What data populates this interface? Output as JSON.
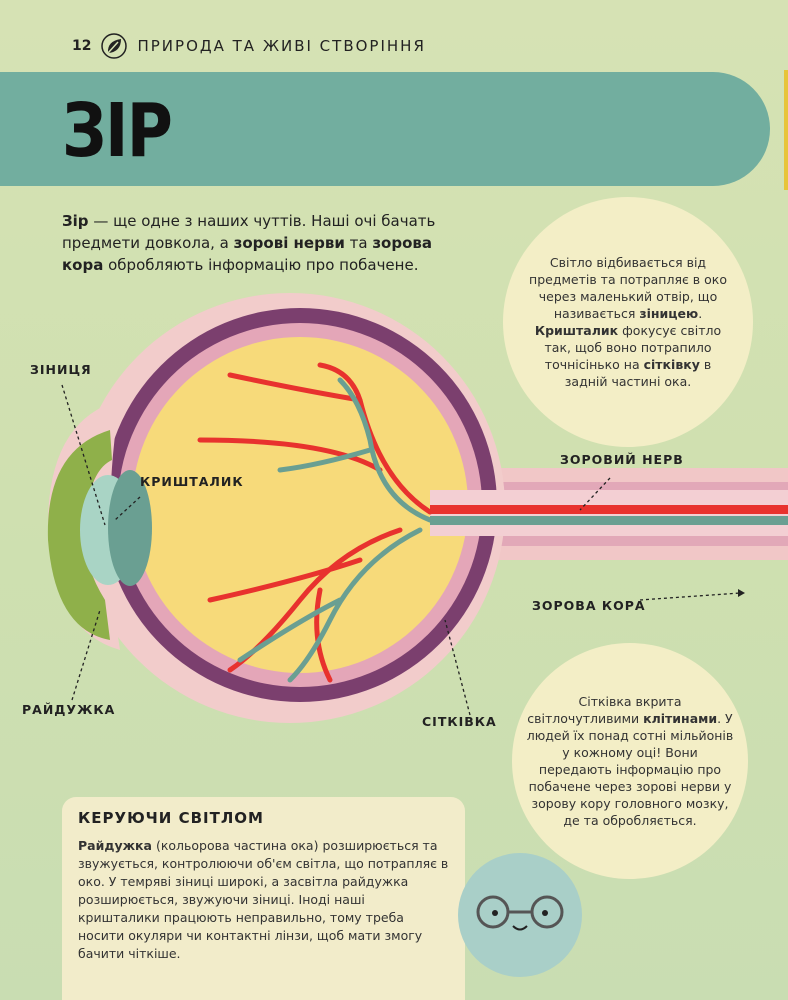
{
  "header": {
    "page_number": "12",
    "section": "ПРИРОДА ТА ЖИВІ СТВОРІННЯ",
    "icon": "leaf-icon"
  },
  "title": "ЗІР",
  "intro": {
    "b1": "Зір",
    "t1": " — ще одне з наших чуттів. Наші очі бачать предмети довкола, а ",
    "b2": "зорові нерви",
    "t2": " та ",
    "b3": "зорова кора",
    "t3": " обробляють інформацію про побачене."
  },
  "bubble1": {
    "t1": "Світло відбивається від предметів та потрапляє в око через маленький отвір, що називається ",
    "b1": "зіницею",
    "t2": ". ",
    "b2": "Кришталик",
    "t3": " фокусує світло так, щоб воно потрапило точнісінько на ",
    "b3": "сітківку",
    "t4": " в задній частині ока."
  },
  "labels": {
    "pupil": "ЗІНИЦЯ",
    "lens": "КРИШТАЛИК",
    "iris": "РАЙДУЖКА",
    "retina": "СІТКІВКА",
    "optic_nerve": "ЗОРОВИЙ НЕРВ",
    "visual_cortex": "ЗОРОВА КОРА"
  },
  "bubble2": {
    "t1": "Сітківка вкрита світлочутливими ",
    "b1": "клітинами",
    "t2": ". У людей їх понад сотні мільйонів у кожному оці! Вони передають інформацію про побачене через зорові нерви у зорову кору головного мозку, де та обробляється."
  },
  "box": {
    "heading": "КЕРУЮЧИ СВІТЛОМ",
    "b1": "Райдужка",
    "t1": " (кольорова частина ока) розширюється та звужується, контролюючи об'єм світла, що потрапляє в око. У темряві зіниці широкі, а засвітла райдужка розширюється, звужуючи зіниці. Іноді наші кришталики працюють неправильно, тому треба носити окуляри чи контактні лінзи, щоб мати змогу бачити чіткіше."
  },
  "colors": {
    "banner": "#72ae9f",
    "sclera": "#7b3f6e",
    "vitreous": "#f7da7a",
    "vessel": "#e8322e",
    "nerve_teal": "#6a9f92",
    "iris": "#8fb04a"
  }
}
